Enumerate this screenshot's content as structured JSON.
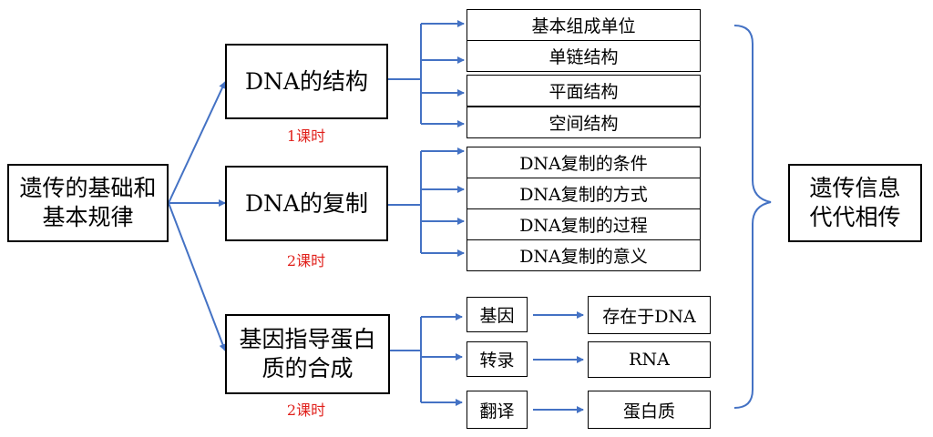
{
  "root": {
    "line1": "遗传的基础和",
    "line2": "基本规律"
  },
  "sections": [
    {
      "title": "DNA的结构",
      "hours": "1课时",
      "items": [
        "基本组成单位",
        "单链结构",
        "平面结构",
        "空间结构"
      ]
    },
    {
      "title": "DNA的复制",
      "hours": "2课时",
      "items": [
        "DNA复制的条件",
        "DNA复制的方式",
        "DNA复制的过程",
        "DNA复制的意义"
      ]
    },
    {
      "title_line1": "基因指导蛋白",
      "title_line2": "质的合成",
      "hours": "2课时",
      "pairs": [
        {
          "left": "基因",
          "right": "存在于DNA"
        },
        {
          "left": "转录",
          "right": "RNA"
        },
        {
          "left": "翻译",
          "right": "蛋白质"
        }
      ]
    }
  ],
  "conclusion": {
    "line1": "遗传信息",
    "line2": "代代相传"
  },
  "colors": {
    "arrow": "#4472c4",
    "hours_text": "#e0201b",
    "border": "#000000"
  }
}
